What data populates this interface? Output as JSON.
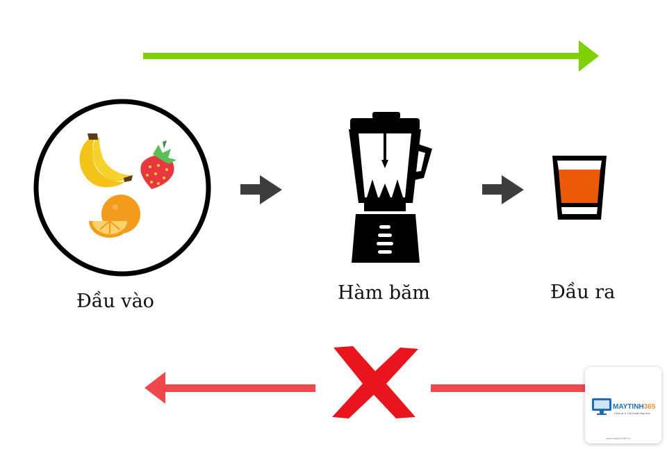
{
  "labels": {
    "input": "Đầu vào",
    "hash_function": "Hàm băm",
    "output": "Đầu ra"
  },
  "icons": {
    "input": "fruits-icon",
    "hash_function": "blender-icon",
    "output": "juice-glass-icon",
    "forbidden": "red-cross-icon"
  },
  "colors": {
    "forward_arrow": "#7ed000",
    "reverse_arrow": "#f0484d",
    "step_arrow": "#3d3d3d",
    "cross": "#e8141e",
    "juice": "#ea5a08"
  },
  "watermark": {
    "brand_main": "MAYTINH",
    "brand_num": "365",
    "tagline": "Chia sẻ & Thủ thuật Máy tính",
    "footer": "www.maytinh365.vn"
  }
}
